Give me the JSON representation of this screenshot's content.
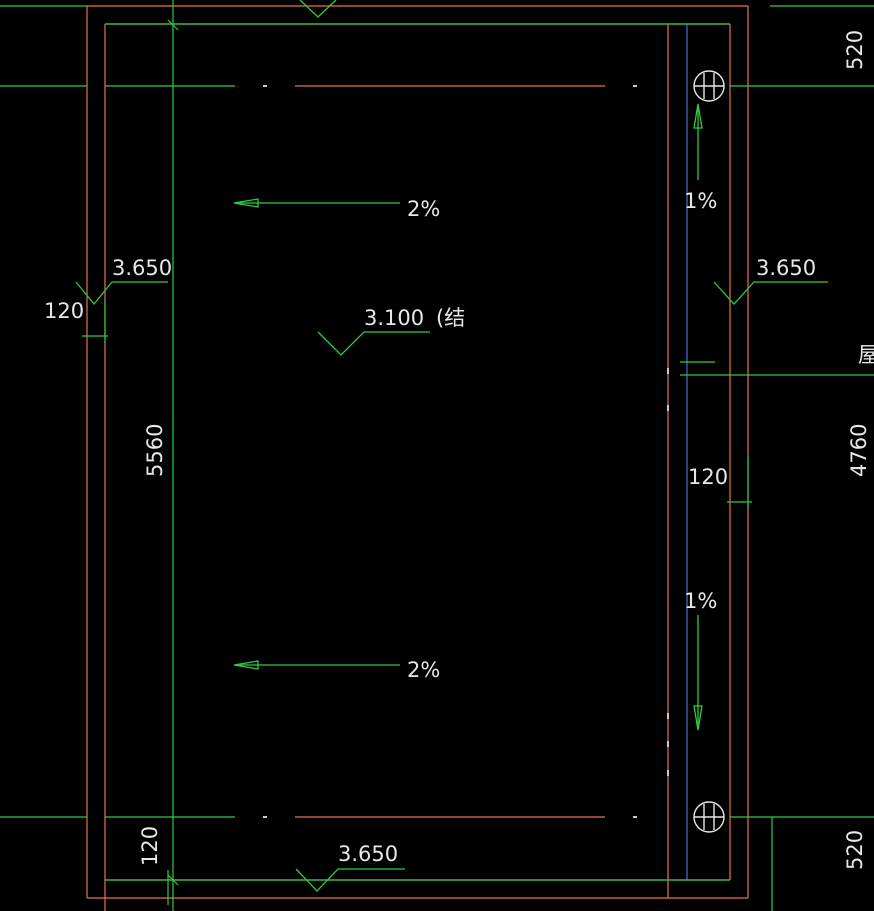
{
  "colors": {
    "background": "#000000",
    "wall_outline": "#e8734a",
    "dimension": "#2ecc40",
    "axis": "#4a6fd0",
    "text": "#e8e8e8",
    "dash": "#c8c8c8"
  },
  "elevations": {
    "left": "3.650",
    "right": "3.650",
    "bottom": "3.650",
    "center": "3.100",
    "center_note": "(结"
  },
  "slopes": {
    "upper": "2%",
    "lower": "2%",
    "right_upper": "1%",
    "right_lower": "1%"
  },
  "dimensions": {
    "left_wall": "120",
    "left_span": "5560",
    "bottom_wall": "120",
    "right_wall": "120",
    "right_top": "520",
    "right_mid": "4760",
    "right_bottom": "520"
  },
  "edge_fragment": "屋"
}
